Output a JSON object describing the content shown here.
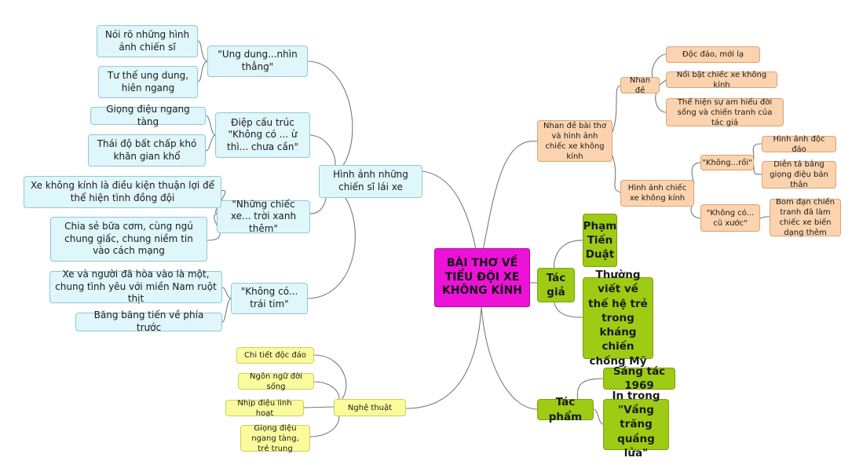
{
  "colors": {
    "root": "#ee12d8",
    "poem_branch": "#dff6fb",
    "title_branch": "#fbd3ae",
    "author_work_branch": "#9ecb14",
    "art_branch": "#fbfb9e",
    "connector": "#7a7a7a"
  },
  "root": {
    "label": "BÀI THƠ VỀ TIỂU ĐỘI XE KHÔNG KÍNH"
  },
  "soldiers": {
    "label": "Hình ảnh những chiến sĩ lái xe",
    "ung_dung": {
      "label": "\"Ung dung...nhìn thẳng\"",
      "detail_1": "Nói rõ những hình ảnh chiến sĩ",
      "detail_2": "Tư thế ung dung, hiên ngang"
    },
    "diep_cau_truc": {
      "label": "Điệp cấu trúc \"Không có ... ừ thì... chưa cần\"",
      "detail_1": "Giọng điệu ngang tàng",
      "detail_2": "Thái độ bất chấp khó khăn gian khổ"
    },
    "nhung_chiec_xe": {
      "label": "\"Những chiếc xe... trời xanh thêm\"",
      "detail_1": "Xe không kính là điều kiện thuận lợi để thể hiện tình đồng đội",
      "detail_2": "Chia sẻ bữa cơm, cùng ngủ chung giấc, chung niềm tin vào cách mạng"
    },
    "khong_co_trai_tim": {
      "label": "\"Không có... trái tim\"",
      "detail_1": "Xe và người đã hòa vào là một, chung tình yêu với miền Nam ruột thịt",
      "detail_2": "Băng băng tiến về phía trước"
    }
  },
  "art": {
    "label": "Nghệ thuật",
    "items": [
      "Chi tiết độc đáo",
      "Ngôn ngữ đời sống",
      "Nhịp điệu linh hoạt",
      "Giọng điệu ngang tàng, trẻ trung"
    ]
  },
  "title_images": {
    "label": "Nhan đề bài thơ và hình ảnh chiếc xe không kính",
    "nhan_de": {
      "label": "Nhan đề",
      "items": [
        "Độc đáo, mới lạ",
        "Nổi bật chiếc xe không kính",
        "Thể hiện sự am hiểu đời sống và chiến tranh của tác giả"
      ]
    },
    "hinh_anh_xe": {
      "label": "Hình ảnh chiếc xe không kính",
      "khong_roi": {
        "label": "\"Không...rồi\"",
        "detail_1": "Hình ảnh độc đáo",
        "detail_2": "Diễn tả bằng giọng điệu bản thân"
      },
      "khong_co_xuoc": {
        "label": "\"Không có... cũ xước\"",
        "detail_1": "Bom đạn chiến tranh đã làm chiếc xe biến dạng thêm"
      }
    }
  },
  "author": {
    "label": "Tác giả",
    "name": "Phạm Tiến Duật",
    "style": "Thường viết về thế hệ trẻ trong kháng chiến chống Mỹ"
  },
  "work": {
    "label": "Tác phẩm",
    "composed": "Sáng tác 1969",
    "printed_in": "In trong \"Vầng trăng quầng lửa\""
  }
}
